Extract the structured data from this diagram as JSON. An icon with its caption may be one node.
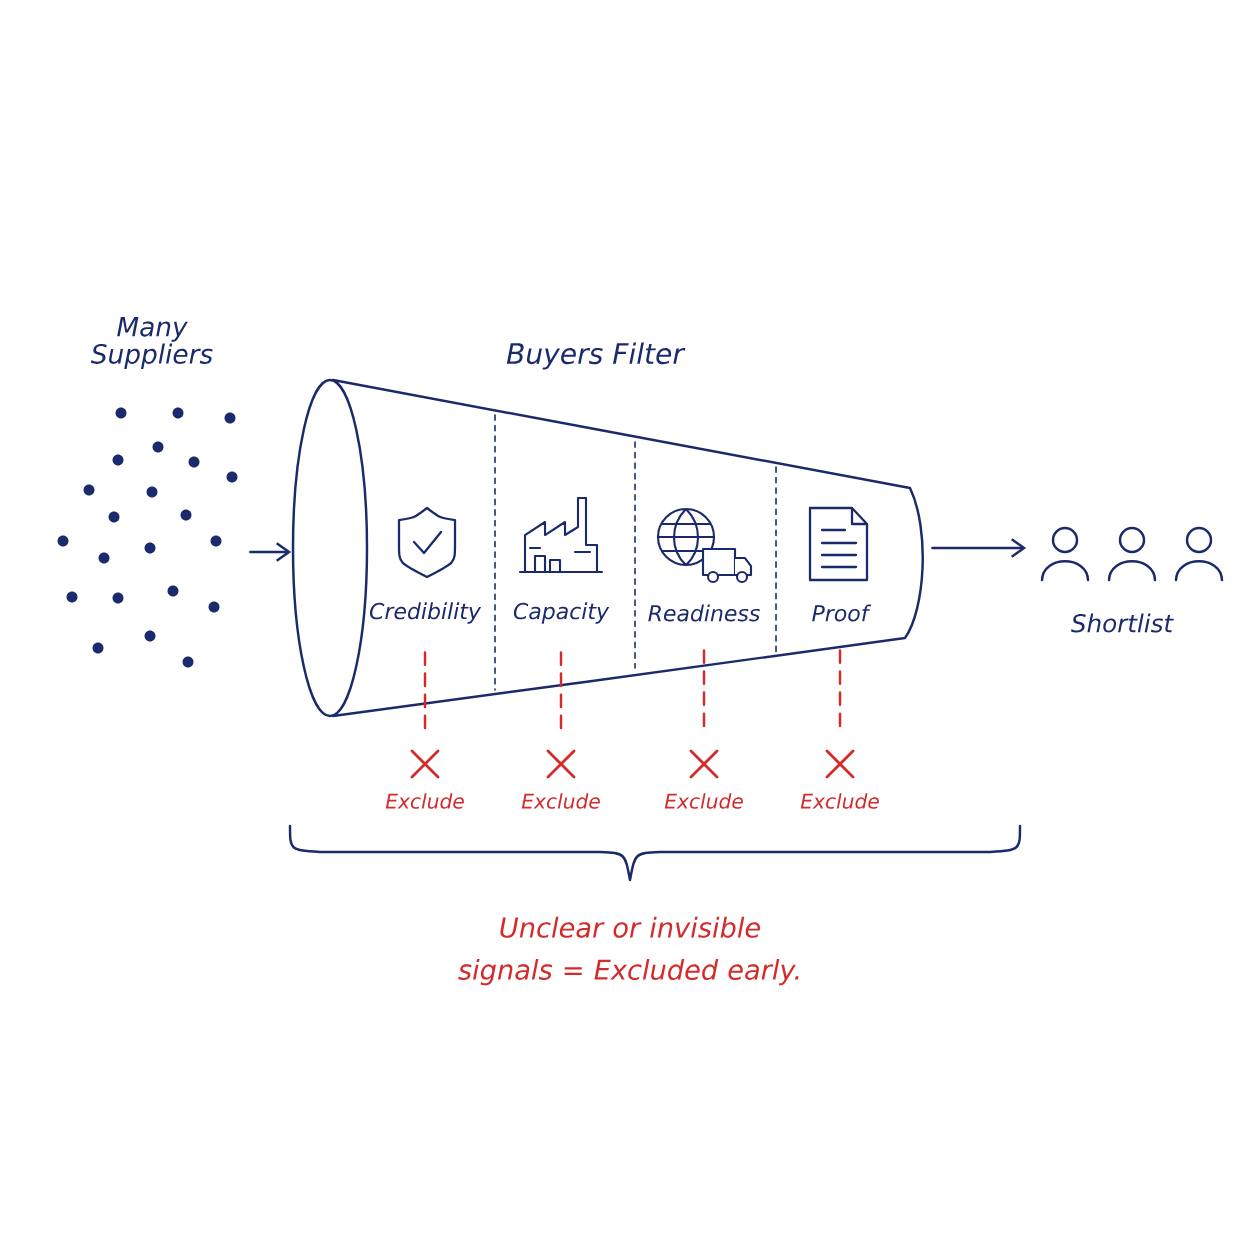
{
  "diagram": {
    "nodes": [
      {
        "text": [
          "Many Suppliers"
        ]
      },
      {
        "text": [
          "Buyers Filter"
        ]
      },
      {
        "text": [
          "Credibility"
        ],
        "in": 1
      },
      {
        "text": [
          "Capacity"
        ],
        "in": 1
      },
      {
        "text": [
          "Readiness"
        ],
        "in": 1
      },
      {
        "text": [
          "Proof"
        ],
        "in": 1
      },
      {
        "text": [
          "Exclude"
        ]
      },
      {
        "text": [
          "Exclude"
        ]
      },
      {
        "text": [
          "Exclude"
        ]
      },
      {
        "text": [
          "Exclude"
        ]
      },
      {
        "text": [
          "Shortlist"
        ]
      }
    ],
    "edges": [
      {
        "from": 0,
        "to": 1,
        "arrow": "to",
        "color": "#1b2a6b"
      },
      {
        "from": 1,
        "to": 10,
        "arrow": "to",
        "color": "#1b2a6b"
      },
      {
        "from": 2,
        "to": 6,
        "arrow": "none",
        "style": "dashed",
        "color": "#d42a2a"
      },
      {
        "from": 3,
        "to": 7,
        "arrow": "none",
        "style": "dashed",
        "color": "#d42a2a"
      },
      {
        "from": 4,
        "to": 8,
        "arrow": "none",
        "style": "dashed",
        "color": "#d42a2a"
      },
      {
        "from": 5,
        "to": 9,
        "arrow": "none",
        "style": "dashed",
        "color": "#d42a2a"
      }
    ],
    "labels": [
      "Unclear or invisible signals = Excluded early."
    ]
  }
}
